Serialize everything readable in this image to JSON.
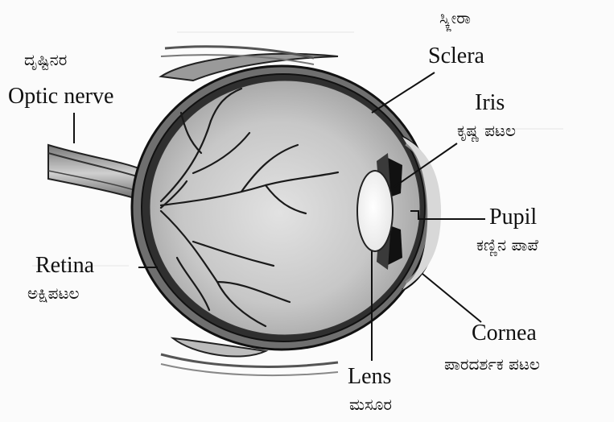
{
  "labels": {
    "optic_nerve": {
      "en": "Optic nerve",
      "kn": "ದೃಷ್ಟಿನರ"
    },
    "sclera": {
      "en": "Sclera",
      "kn": "ಸ್ಕ್ಲೀರಾ"
    },
    "iris": {
      "en": "Iris",
      "kn": "ಕೃಷ್ಣ ಪಟಲ"
    },
    "pupil": {
      "en": "Pupil",
      "kn": "ಕಣ್ಣಿನ ಪಾಪೆ"
    },
    "retina": {
      "en": "Retina",
      "kn": "ಅಕ್ಷಿಪಟಲ"
    },
    "cornea": {
      "en": "Cornea",
      "kn": "ಪಾರದರ್ಶಕ ಪಟಲ"
    },
    "lens": {
      "en": "Lens",
      "kn": "ಮಸೂರ"
    }
  },
  "colors": {
    "ink": "#111111",
    "eyeball_fill": "#c9c9c9",
    "background": "#fbfbfb"
  }
}
